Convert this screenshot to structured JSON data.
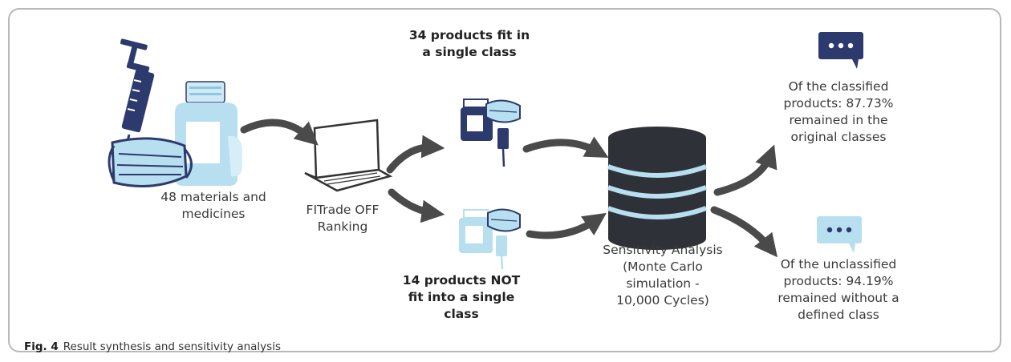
{
  "labels": {
    "materials": "48 materials and\nmedicines",
    "ranking": "FITrade OFF\nRanking",
    "single_class": "34 products fit in\na single class",
    "not_single_class": "14 products NOT\nfit into a single\nclass",
    "sensitivity": "Sensitivity Analysis\n(Monte Carlo\nsimulation -\n10,000 Cycles)",
    "classified": "Of the classified\nproducts: 87.73%\nremained in the\noriginal classes",
    "unclassified": "Of the unclassified\nproducts: 94.19%\nremained without a\ndefined class"
  },
  "caption": {
    "label": "Fig. 4",
    "text": "Result synthesis and sensitivity analysis"
  },
  "colors": {
    "navy": "#2d3a6e",
    "light_blue": "#b7dff0",
    "arrow": "#4a4a4a",
    "database": "#2f3138"
  },
  "icons": [
    "syringe-icon",
    "face-mask-icon",
    "medicine-bottle-icon",
    "laptop-icon",
    "database-icon",
    "speech-bubble-icon"
  ]
}
